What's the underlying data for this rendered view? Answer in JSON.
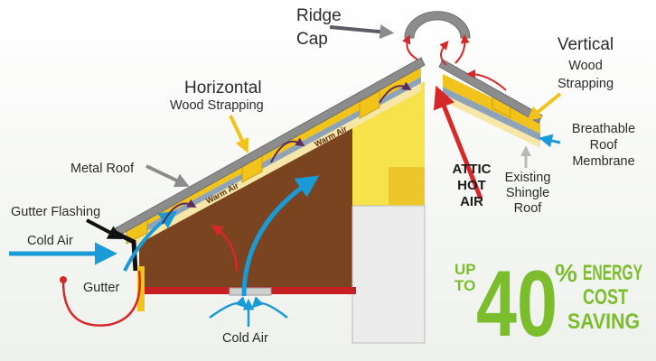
{
  "labels": {
    "ridge_cap": [
      "Ridge",
      "Cap"
    ],
    "horizontal": "Horizontal",
    "wood_strapping": "Wood Strapping",
    "vertical": "Vertical",
    "vertical_wood": "Wood",
    "vertical_strapping": "Strapping",
    "breathable": [
      "Breathable",
      "Roof",
      "Membrane"
    ],
    "existing": [
      "Existing",
      "Shingle",
      "Roof"
    ],
    "metal_roof": "Metal Roof",
    "gutter_flashing": "Gutter Flashing",
    "cold_air_left": "Cold Air",
    "gutter": "Gutter",
    "cold_air_bottom": "Cold Air",
    "attic_hot_air": [
      "ATTIC",
      "HOT",
      "AIR"
    ],
    "warm_air": "Warm Air"
  },
  "promo": {
    "up": "UP",
    "to": "TO",
    "number": "40",
    "percent": "%",
    "line1": "ENERGY",
    "line2": "COST",
    "line3": "SAVING"
  },
  "colors": {
    "brand_green": "#7cbd2e",
    "cold_air_blue": "#1a9ad6",
    "warm_air_red": "#d62828",
    "strapping_yellow": "#f2c31b",
    "attic_wood": "#7a4420",
    "metal_grey": "#8c8c8c",
    "interior_yellow": "#f6e24a"
  }
}
